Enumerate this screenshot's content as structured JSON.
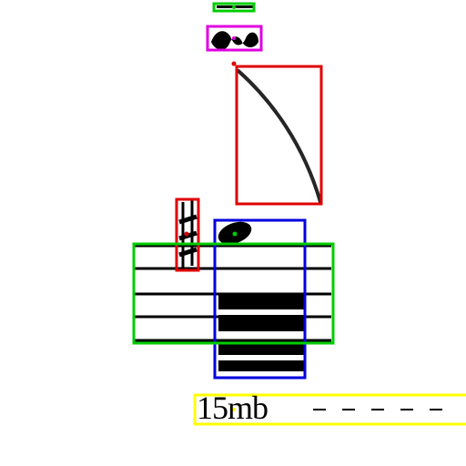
{
  "image": {
    "background": "#ffffff",
    "ink_color": "#000000"
  },
  "annotation_colors": {
    "green": "#00cc00",
    "magenta": "#e000e0",
    "red": "#e00000",
    "blue": "#0000e0",
    "yellow": "#ffff00"
  },
  "notation": {
    "ottava_text": "15mb",
    "glyphs": [
      "staff-lines",
      "stem-or-slur",
      "sharp-accidental",
      "notehead-filled",
      "ledger-lines",
      "turn-ornament",
      "ornament-dash",
      "ottava-dashed-line"
    ]
  }
}
